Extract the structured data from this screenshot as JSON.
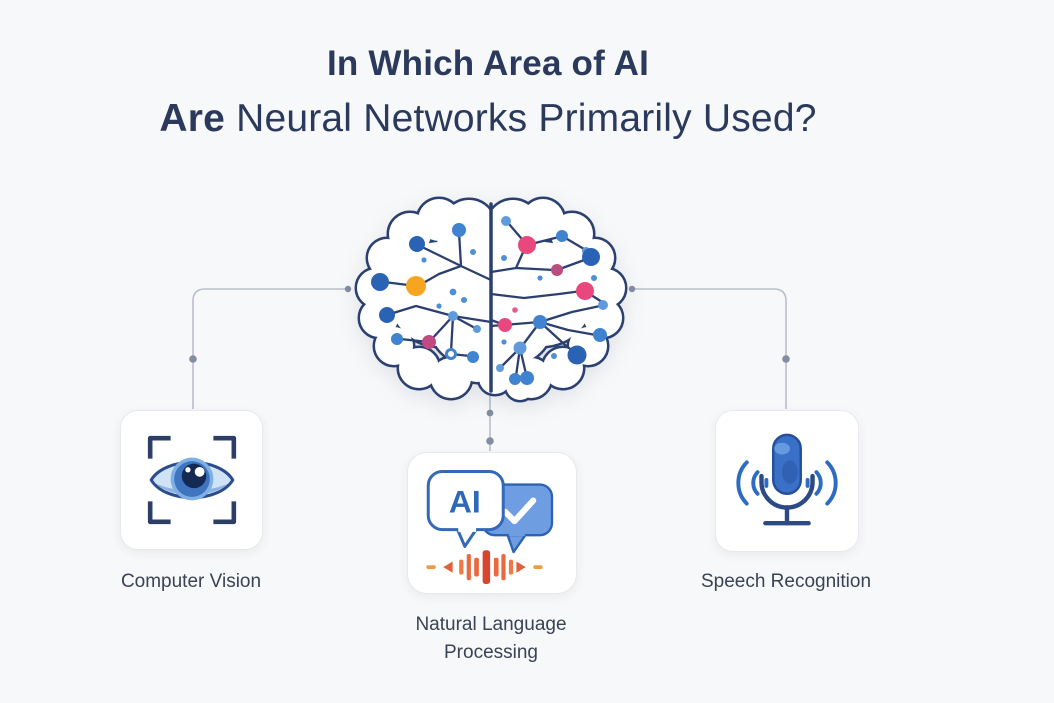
{
  "title": {
    "line1": "In Which Area of AI",
    "line2_emphasis": "Are",
    "line2_rest": "Neural Networks Primarily Used?"
  },
  "diagram": {
    "center_node": {
      "name": "brain-neural-network-illustration"
    },
    "branches": [
      {
        "label": "Computer Vision",
        "icon": "eye-scan-icon"
      },
      {
        "label": "Natural Language Processing",
        "icon": "ai-chat-bubbles-waveform-icon",
        "bubble_text": "AI"
      },
      {
        "label": "Speech Recognition",
        "icon": "microphone-icon"
      }
    ]
  },
  "colors": {
    "background": "#f7f8f9",
    "title_text": "#2b3a5c",
    "label_text": "#3a4254",
    "brain_outline": "#2b4070",
    "connector_line": "#b9bfca",
    "connector_dot": "#848da2",
    "node_blue_deep": "#2b63b4",
    "node_blue": "#3f83d1",
    "node_blue_light": "#5f9bdc",
    "node_pink": "#e8487e",
    "node_crimson": "#c24a82",
    "node_orange": "#f7a521",
    "waveform_orange": "#f09a3f",
    "waveform_red": "#d6452e",
    "bubble_blue": "#6e9de2"
  }
}
